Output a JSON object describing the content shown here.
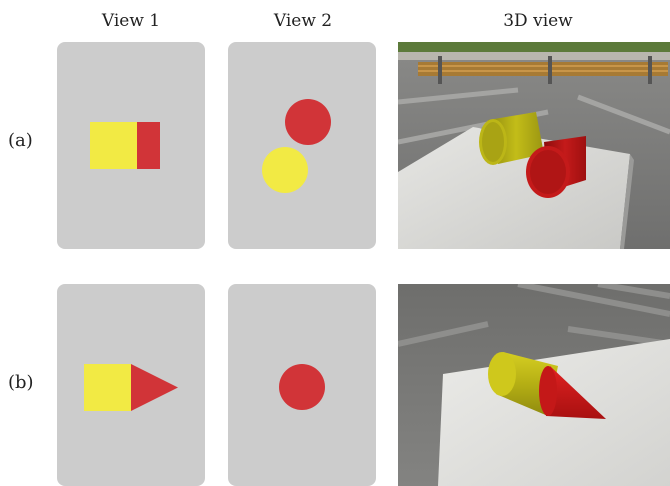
{
  "column_headers": [
    "View 1",
    "View 2",
    "3D view"
  ],
  "rows": [
    {
      "label": "(a)",
      "view1_shapes": [
        "yellow-rectangle",
        "red-rectangle"
      ],
      "view2_shapes": [
        "red-circle",
        "yellow-circle"
      ],
      "scene_objects": [
        "yellow-cylinder",
        "red-cylinder"
      ]
    },
    {
      "label": "(b)",
      "view1_shapes": [
        "yellow-square",
        "red-triangle"
      ],
      "view2_shapes": [
        "red-circle"
      ],
      "scene_objects": [
        "yellow-cylinder",
        "red-cone"
      ]
    }
  ],
  "colors": {
    "panel_bg": "#cccccc",
    "red": "#d13438",
    "yellow": "#f2ea44"
  }
}
